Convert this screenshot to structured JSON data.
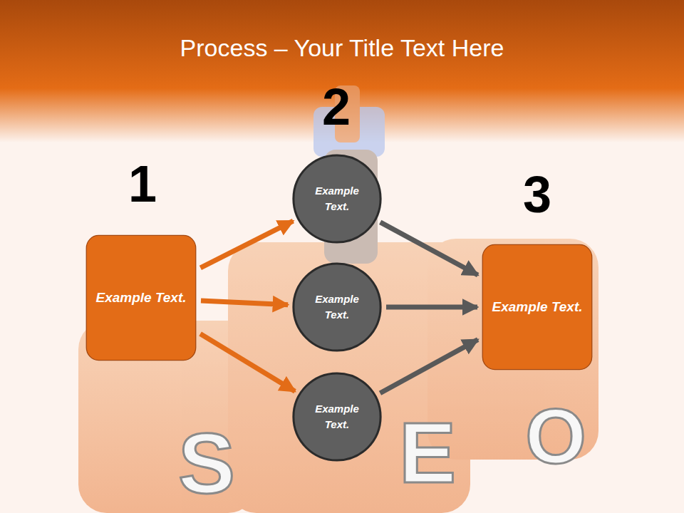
{
  "diagram": {
    "title": "Process – Your Title Text Here",
    "nodes": [
      {
        "text": [
          "Example Text."
        ]
      },
      {
        "text": [
          "Example Text."
        ]
      },
      {
        "text": [
          "Example Text."
        ]
      },
      {
        "text": [
          "Example Text."
        ]
      },
      {
        "text": [
          "Example Text."
        ]
      }
    ],
    "edges": [
      {
        "from": 0,
        "to": 1,
        "arrow": "to"
      },
      {
        "from": 0,
        "to": 2,
        "arrow": "to"
      },
      {
        "from": 0,
        "to": 3,
        "arrow": "to"
      },
      {
        "from": 1,
        "to": 4,
        "arrow": "to"
      },
      {
        "from": 2,
        "to": 4,
        "arrow": "to"
      },
      {
        "from": 3,
        "to": 4,
        "arrow": "to"
      }
    ],
    "labels": [
      "1",
      "2",
      "3",
      "S",
      "E",
      "O"
    ]
  }
}
